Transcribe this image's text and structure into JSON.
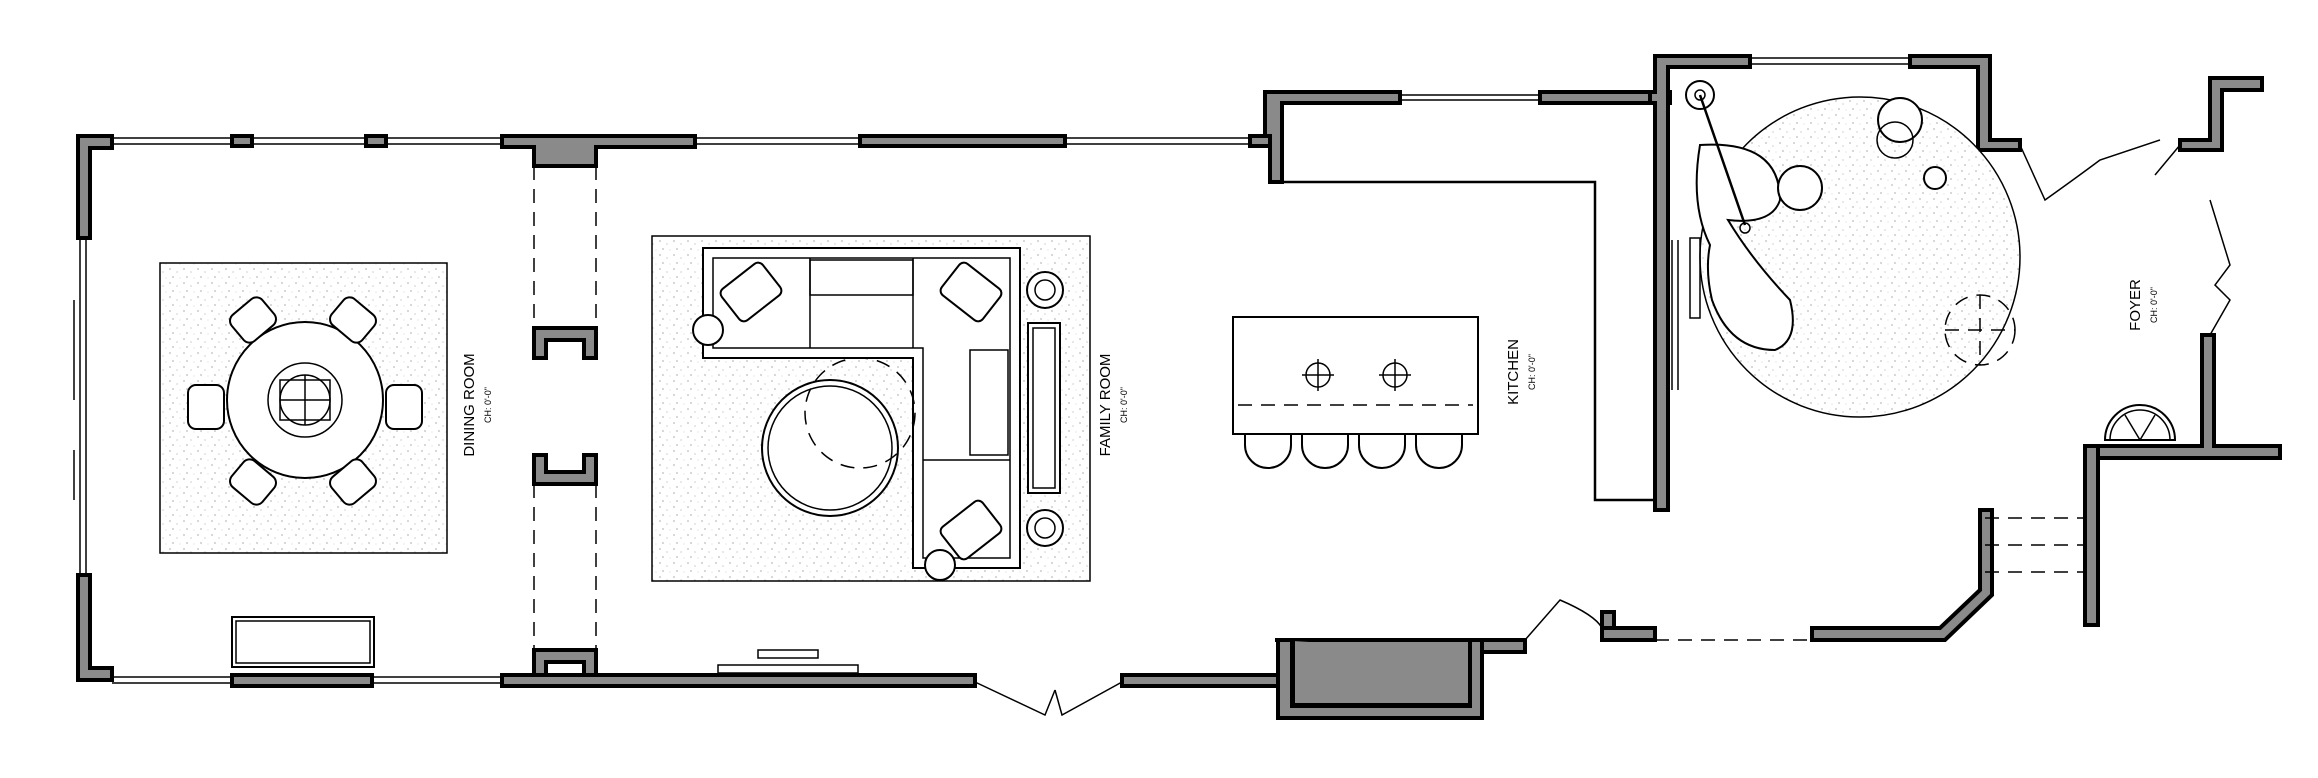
{
  "rooms": {
    "dining": {
      "name": "DINING ROOM",
      "ceiling": "CH: 0'-0\""
    },
    "family": {
      "name": "FAMILY ROOM",
      "ceiling": "CH: 0'-0\""
    },
    "kitchen": {
      "name": "KITCHEN",
      "ceiling": "CH: 0'-0\""
    },
    "foyer": {
      "name": "FOYER",
      "ceiling": "CH: 0'-0\""
    }
  },
  "colors": {
    "wall_fill": "#8a8a8a",
    "line": "#000000",
    "background": "#ffffff"
  },
  "icons": [
    "ceiling-light-icon",
    "floor-lamp-icon",
    "door-swing-icon"
  ]
}
